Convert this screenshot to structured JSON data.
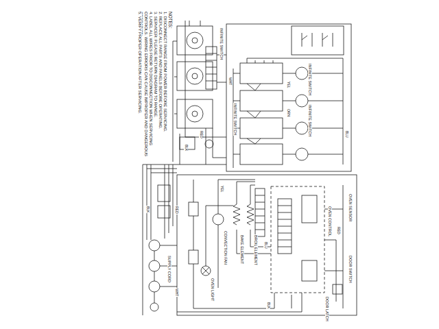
{
  "diagram": {
    "labels": [
      "NOTES:",
      "1. DISCONNECT RANGE FROM POWER BEFORE SERVICING.",
      "2. REPLACE ALL PARTS AND PANELS BEFORE OPERATING.",
      "3. SERVICER: PLEASE RETURN DIAGRAM TO RANGE.",
      "4. LABEL ALL WIRES PRIOR TO DISCONNECTION WHEN SERVICING CONTROLS. WIRING ERRORS CAN CAUSE IMPROPER AND DANGEROUS OPERATION.",
      "5. VERIFY PROPER OPERATION AFTER SERVICING.",
      "OVEN CONTROL",
      "BAKE ELEMENT",
      "BROIL ELEMENT",
      "CONVECTION FAN",
      "SUPPLY CORD",
      "OVEN LIGHT",
      "DOOR SWITCH",
      "OVEN SENSOR",
      "DOOR LATCH",
      "INFINITE SWITCH",
      "INFINITE SWITCH",
      "INFINITE SWITCH",
      "INFINITE SWITCH",
      "BLK",
      "RED",
      "WHT",
      "BLU",
      "YEL",
      "ORN",
      "BLK",
      "RED",
      "WHT",
      "BLK",
      "RED",
      "YEL",
      "BLU"
    ]
  }
}
